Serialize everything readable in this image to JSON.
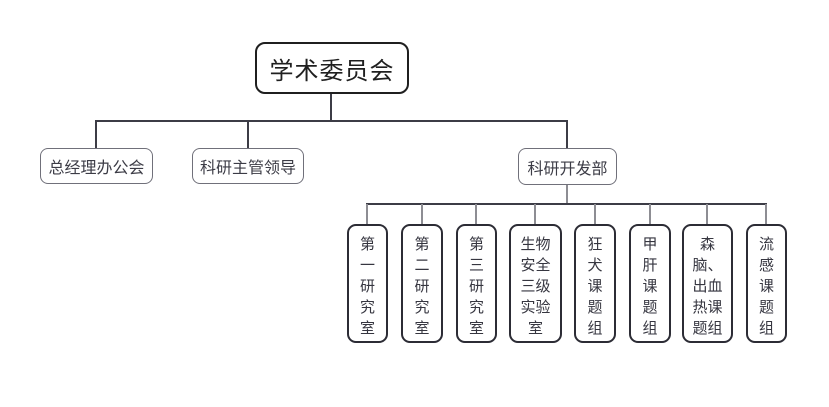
{
  "org_chart": {
    "type": "organization-tree",
    "root": {
      "label": "学术委员会"
    },
    "branches": [
      {
        "label": "总经理办公会"
      },
      {
        "label": "科研主管领导"
      },
      {
        "label": "科研开发部"
      }
    ],
    "dev_department_children": [
      {
        "label": "第一研究室",
        "display": "第\n一\n研\n究\n室"
      },
      {
        "label": "第二研究室",
        "display": "第\n二\n研\n究\n室"
      },
      {
        "label": "第三研究室",
        "display": "第\n三\n研\n究\n室"
      },
      {
        "label": "生物安全三级实验室",
        "display": "生物\n安全\n三级\n实验\n室"
      },
      {
        "label": "狂犬课题组",
        "display": "狂\n犬\n课\n题\n组"
      },
      {
        "label": "甲肝课题组",
        "display": "甲\n肝\n课\n题\n组"
      },
      {
        "label": "森脑、出血热课题组",
        "display": "森\n脑、\n出血\n热课\n题组"
      },
      {
        "label": "流感课题组",
        "display": "流\n感\n课\n题\n组"
      }
    ],
    "colors": {
      "background": "#ffffff",
      "root_border": "#1f1f1f",
      "branch_border": "#70707a",
      "leaf_border": "#2c2c35",
      "connector_dark": "#3c3c46",
      "connector_light": "#8d8d93",
      "text": "#363640"
    }
  }
}
